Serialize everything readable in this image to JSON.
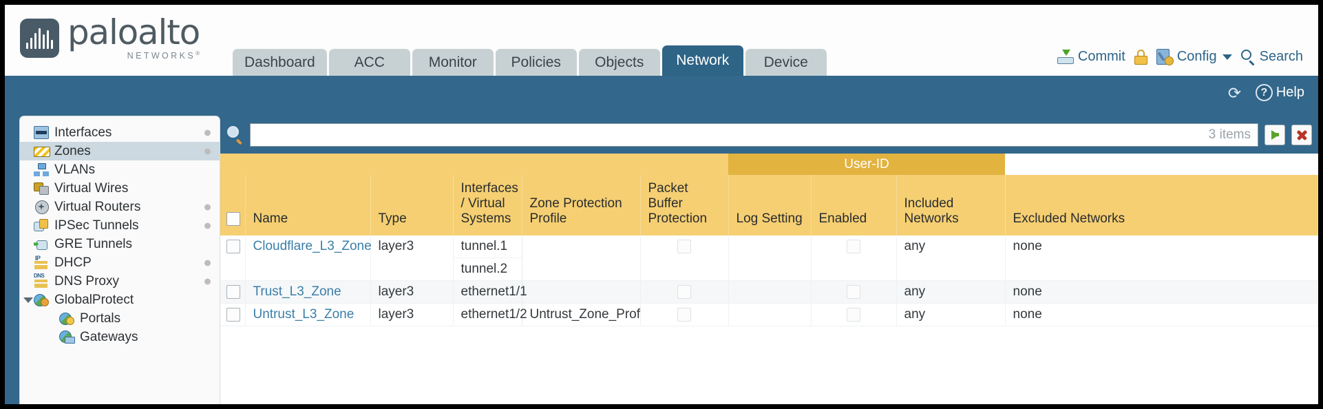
{
  "brand": {
    "name": "paloalto",
    "tagline": "NETWORKS",
    "registered": "®"
  },
  "tabs": [
    {
      "label": "Dashboard",
      "active": false
    },
    {
      "label": "ACC",
      "active": false
    },
    {
      "label": "Monitor",
      "active": false
    },
    {
      "label": "Policies",
      "active": false
    },
    {
      "label": "Objects",
      "active": false
    },
    {
      "label": "Network",
      "active": true
    },
    {
      "label": "Device",
      "active": false
    }
  ],
  "header_actions": {
    "commit": "Commit",
    "config": "Config",
    "search": "Search"
  },
  "band_actions": {
    "help": "Help"
  },
  "sidebar": {
    "items": [
      {
        "label": "Interfaces",
        "icon": "interfaces-icon",
        "selected": false,
        "dot": true,
        "child": false,
        "expander": false
      },
      {
        "label": "Zones",
        "icon": "zones-icon",
        "selected": true,
        "dot": true,
        "child": false,
        "expander": false
      },
      {
        "label": "VLANs",
        "icon": "vlans-icon",
        "selected": false,
        "dot": false,
        "child": false,
        "expander": false
      },
      {
        "label": "Virtual Wires",
        "icon": "virtual-wires-icon",
        "selected": false,
        "dot": false,
        "child": false,
        "expander": false
      },
      {
        "label": "Virtual Routers",
        "icon": "virtual-routers-icon",
        "selected": false,
        "dot": true,
        "child": false,
        "expander": false
      },
      {
        "label": "IPSec Tunnels",
        "icon": "ipsec-tunnels-icon",
        "selected": false,
        "dot": true,
        "child": false,
        "expander": false
      },
      {
        "label": "GRE Tunnels",
        "icon": "gre-tunnels-icon",
        "selected": false,
        "dot": false,
        "child": false,
        "expander": false
      },
      {
        "label": "DHCP",
        "icon": "dhcp-icon",
        "selected": false,
        "dot": true,
        "child": false,
        "expander": false
      },
      {
        "label": "DNS Proxy",
        "icon": "dns-proxy-icon",
        "selected": false,
        "dot": true,
        "child": false,
        "expander": false
      },
      {
        "label": "GlobalProtect",
        "icon": "globalprotect-icon",
        "selected": false,
        "dot": false,
        "child": false,
        "expander": true
      },
      {
        "label": "Portals",
        "icon": "portals-icon",
        "selected": false,
        "dot": false,
        "child": true,
        "expander": false
      },
      {
        "label": "Gateways",
        "icon": "gateways-icon",
        "selected": false,
        "dot": false,
        "child": true,
        "expander": false
      }
    ]
  },
  "filter": {
    "value": "",
    "placeholder": "",
    "items_count": "3 items"
  },
  "table": {
    "group_header": "User-ID",
    "columns": [
      "Name",
      "Type",
      "Interfaces / Virtual Systems",
      "Zone Protection Profile",
      "Packet Buffer Protection",
      "Log Setting",
      "Enabled",
      "Included Networks",
      "Excluded Networks"
    ],
    "rows": [
      {
        "name": "Cloudflare_L3_Zone",
        "type": "layer3",
        "interfaces": [
          "tunnel.1",
          "tunnel.2"
        ],
        "zone_protection_profile": "",
        "packet_buffer_protection": false,
        "log_setting": "",
        "enabled": false,
        "included_networks": "any",
        "excluded_networks": "none"
      },
      {
        "name": "Trust_L3_Zone",
        "type": "layer3",
        "interfaces": [
          "ethernet1/1"
        ],
        "zone_protection_profile": "",
        "packet_buffer_protection": false,
        "log_setting": "",
        "enabled": false,
        "included_networks": "any",
        "excluded_networks": "none"
      },
      {
        "name": "Untrust_L3_Zone",
        "type": "layer3",
        "interfaces": [
          "ethernet1/2"
        ],
        "zone_protection_profile": "Untrust_Zone_Prof",
        "packet_buffer_protection": false,
        "log_setting": "",
        "enabled": false,
        "included_networks": "any",
        "excluded_networks": "none"
      }
    ]
  },
  "colors": {
    "brand_blue": "#33678b",
    "tab_active": "#2e6485",
    "header_amber": "#f5cf72",
    "group_amber": "#e2b33f",
    "link_blue": "#3b7ea8"
  }
}
